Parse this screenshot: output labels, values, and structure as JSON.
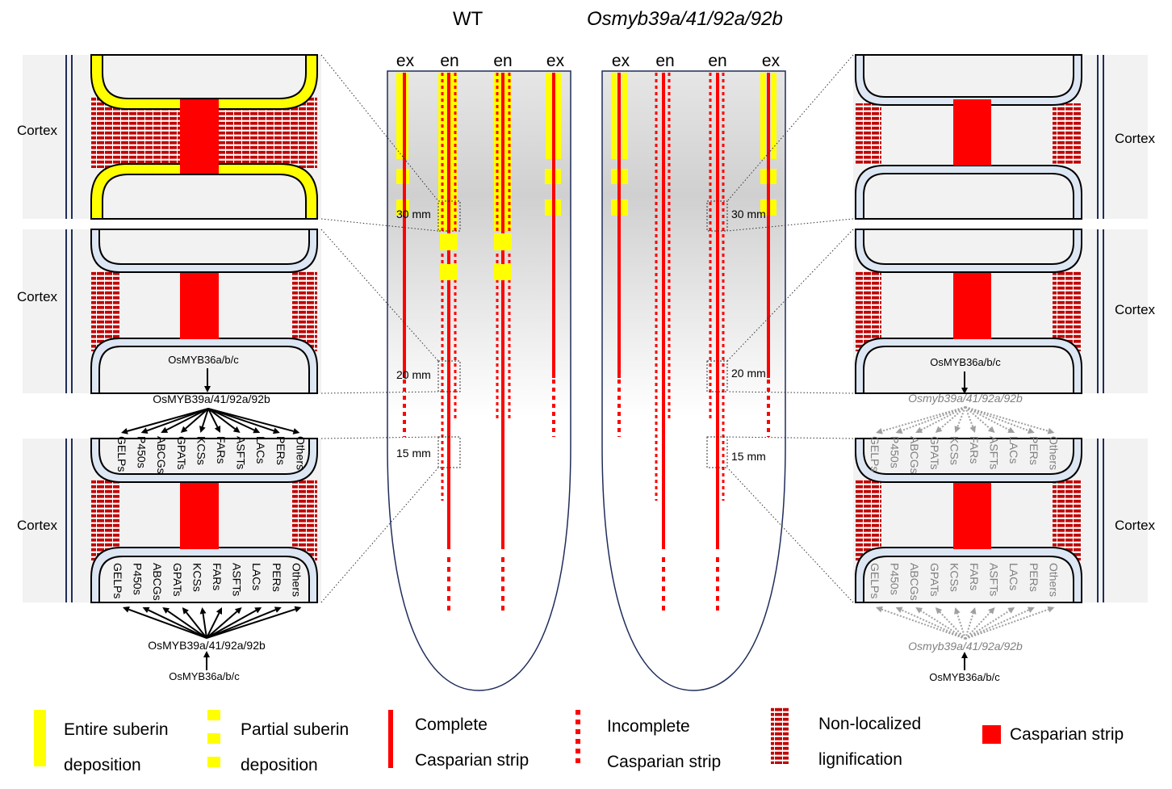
{
  "header": {
    "wt_label": "WT",
    "mutant_label": "Osmyb39a/41/92a/92b"
  },
  "root": {
    "ex_label": "ex",
    "en_label": "en",
    "zone_30": "30 mm",
    "zone_20": "20 mm",
    "zone_15": "15 mm"
  },
  "panels": {
    "cortex_label": "Cortex",
    "myb36_label": "OsMYB36a/b/c",
    "myb39_label": "OsMYB39a/41/92a/92b",
    "myb39_mutant_label": "Osmyb39a/41/92a/92b",
    "targets": [
      "GELPs",
      "P450s",
      "ABCGs",
      "GPATs",
      "KCSs",
      "FARs",
      "ASFTs",
      "LACs",
      "PERs",
      "Others"
    ]
  },
  "legend": {
    "entire_suberin_1": "Entire suberin",
    "entire_suberin_2": "deposition",
    "partial_suberin_1": "Partial suberin",
    "partial_suberin_2": "deposition",
    "complete_1": "Complete",
    "complete_2": "Casparian strip",
    "incomplete_1": "Incomplete",
    "incomplete_2": "Casparian strip",
    "nonlocal_1": "Non-localized",
    "nonlocal_2": "lignification",
    "casparian": "Casparian strip"
  },
  "colors": {
    "suberin": "#ffff00",
    "casparian": "#ff0000",
    "lignin": "#c00000",
    "cell_fill": "#f2f2f2",
    "wall_fill": "#dde6f3",
    "panel_bg": "#f2f2f2",
    "root_outline": "#1f2d5a",
    "mutant_text": "#808080"
  }
}
